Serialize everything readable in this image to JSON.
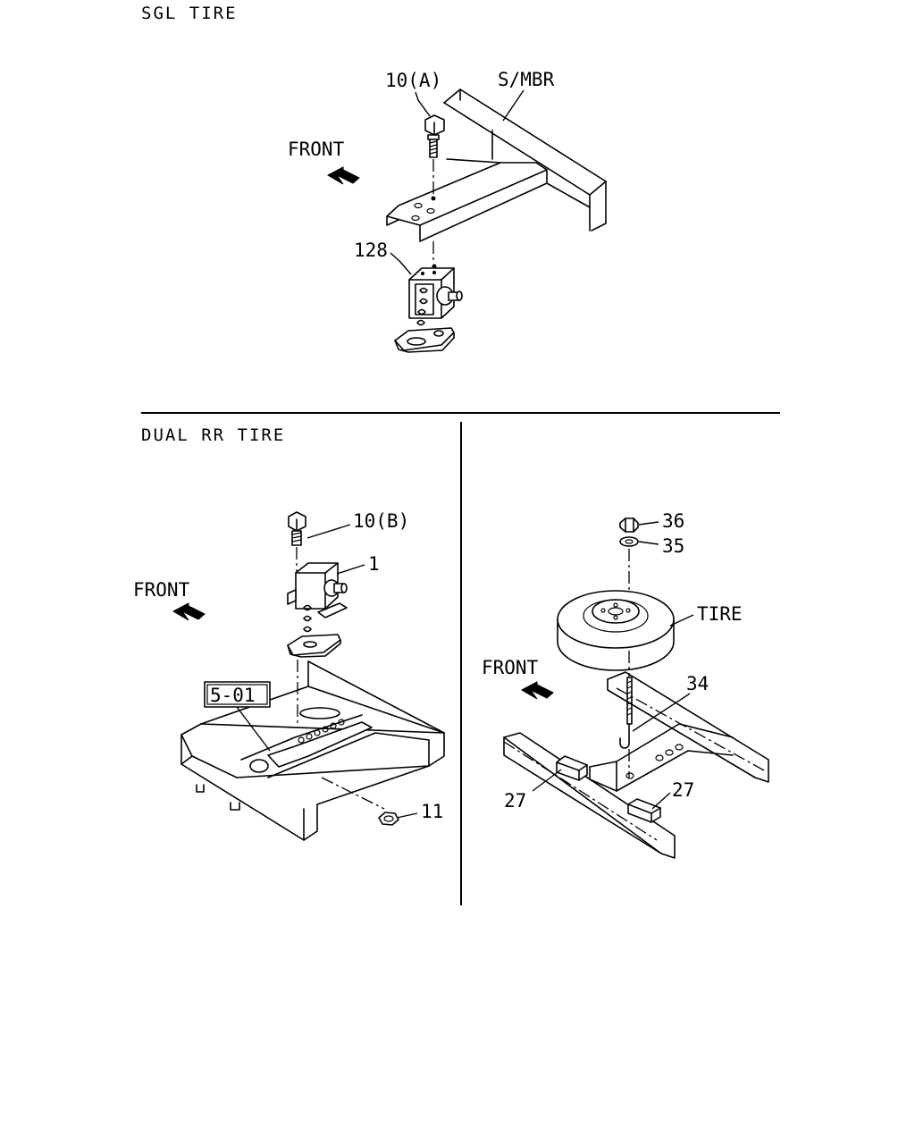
{
  "sections": {
    "single": {
      "title": "SGL TIRE"
    },
    "dual": {
      "title": "DUAL RR TIRE"
    }
  },
  "labels": {
    "bolt_a": "10(A)",
    "side_member": "S/MBR",
    "front_top": "FRONT",
    "part_128": "128",
    "bolt_b": "10(B)",
    "part_1": "1",
    "front_left": "FRONT",
    "ref_5_01": "5-01",
    "part_11": "11",
    "part_36": "36",
    "part_35": "35",
    "tire": "TIRE",
    "front_right": "FRONT",
    "part_34": "34",
    "part_27_left": "27",
    "part_27_right": "27"
  }
}
